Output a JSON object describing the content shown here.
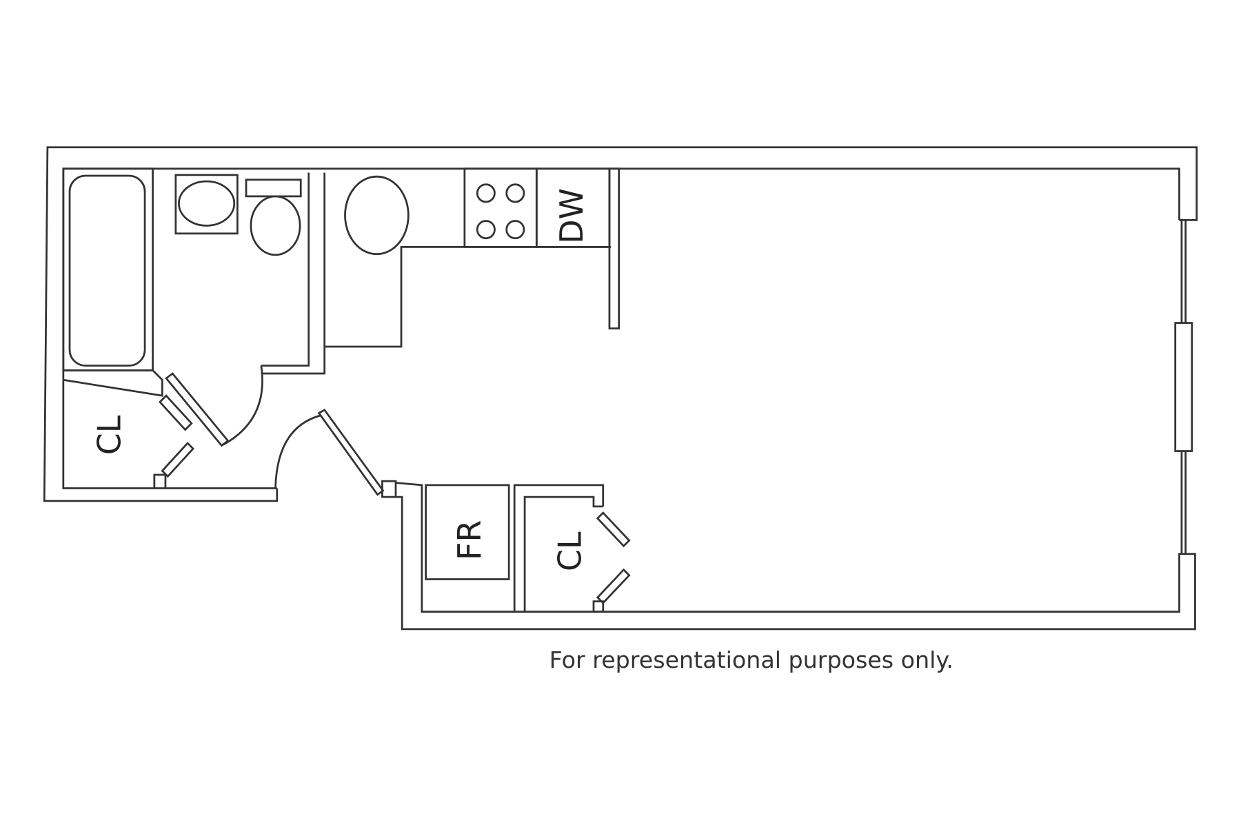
{
  "floorplan": {
    "labels": {
      "closet_left": "CL",
      "closet_right": "CL",
      "fridge": "FR",
      "dishwasher": "DW"
    },
    "footnote": "For representational purposes only.",
    "line_color": "#333333",
    "background": "#ffffff"
  }
}
